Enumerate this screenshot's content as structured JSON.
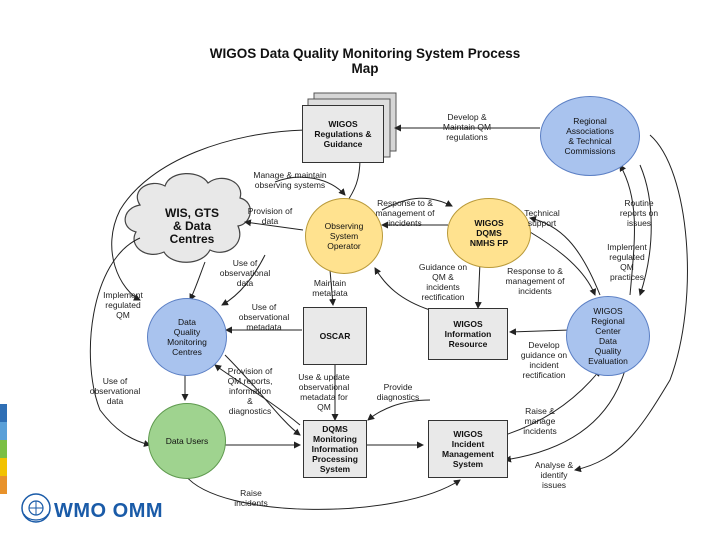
{
  "title": "WIGOS Data Quality Monitoring System Process Map",
  "colors": {
    "blue_node": "#a9c3ee",
    "blue_border": "#5b7fc4",
    "green_node": "#9fd38f",
    "yellow_node": "#ffe28f",
    "grey_node": "#e9e9e9",
    "arrow": "#222222",
    "logo_blue": "#1a5ba8"
  },
  "nodes": {
    "wigos_regulations": "WIGOS\nRegulations &\nGuidance",
    "regional_associations": "Regional\nAssociations\n& Technical\nCommissions",
    "wis_gts": "WIS, GTS\n& Data\nCentres",
    "observing_operator": "Observing\nSystem\nOperator",
    "wigos_nmhs": "WIGOS\nDQMS\nNMHS FP",
    "dq_centres": "Data\nQuality\nMonitoring\nCentres",
    "oscar": "OSCAR",
    "info_resource": "WIGOS\nInformation\nResource",
    "regional_center": "WIGOS\nRegional\nCenter\nData\nQuality\nEvaluation",
    "data_users": "Data Users",
    "dqms_processing": "DQMS\nMonitoring\nInformation\nProcessing\nSystem",
    "incident_management": "WIGOS\nIncident\nManagement\nSystem"
  },
  "labels": {
    "develop_maintain": "Develop &\nMaintain QM\nregulations",
    "manage_maintain": "Manage & maintain\nobserving systems",
    "provision_data": "Provision of\ndata",
    "response_incidents": "Response to &\nmanagement of\nincidents",
    "technical_support": "Technical\nsupport",
    "routine_reports": "Routine\nreports on\nissues",
    "implement_regional": "Implement\nregulated\nQM\npractices",
    "use_obs_data_wis": "Use of\nobservational\ndata",
    "maintain_metadata": "Maintain\nmetadata",
    "guidance_qm": "Guidance on\nQM &\nincidents\nrectification",
    "response_management": "Response to &\nmanagement of\nincidents",
    "implement_qm": "Implement\nregulated\nQM",
    "use_obs_metadata": "Use of\nobservational\nmetadata",
    "develop_guidance": "Develop\nguidance on\nincident\nrectification",
    "use_obs_data_users": "Use of\nobservational\ndata",
    "provision_qm": "Provision of\nQM reports,\ninformation\n&\ndiagnostics",
    "use_update": "Use & update\nobservational\nmetadata for\nQM",
    "provide_diagnostics": "Provide\ndiagnostics",
    "raise_manage": "Raise &\nmanage\nincidents",
    "analyse_identify": "Analyse &\nidentify\nissues",
    "raise_incidents": "Raise\nincidents"
  },
  "logo": {
    "text": "WMO OMM",
    "icon": "wmo-emblem-icon"
  },
  "stripe_colors": [
    "#2f6fb5",
    "#5aa0d8",
    "#7bbf44",
    "#f2c200",
    "#e8922a"
  ]
}
